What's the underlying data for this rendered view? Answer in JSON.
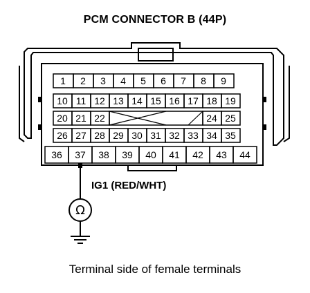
{
  "title": "PCM CONNECTOR B (44P)",
  "caption": "Terminal side of female terminals",
  "probe": {
    "label": "IG1 (RED/WHT)",
    "terminal": "37",
    "meter_symbol": "Ω"
  },
  "connector": {
    "rows": [
      [
        "1",
        "2",
        "3",
        "4",
        "5",
        "6",
        "7",
        "8",
        "9"
      ],
      [
        "10",
        "11",
        "12",
        "13",
        "14",
        "15",
        "16",
        "17",
        "18",
        "19"
      ],
      [
        "20",
        "21",
        "22",
        "",
        "24",
        "25"
      ],
      [
        "26",
        "27",
        "28",
        "29",
        "30",
        "31",
        "32",
        "33",
        "34",
        "35"
      ],
      [
        "36",
        "37",
        "38",
        "39",
        "40",
        "41",
        "42",
        "43",
        "44"
      ]
    ]
  }
}
